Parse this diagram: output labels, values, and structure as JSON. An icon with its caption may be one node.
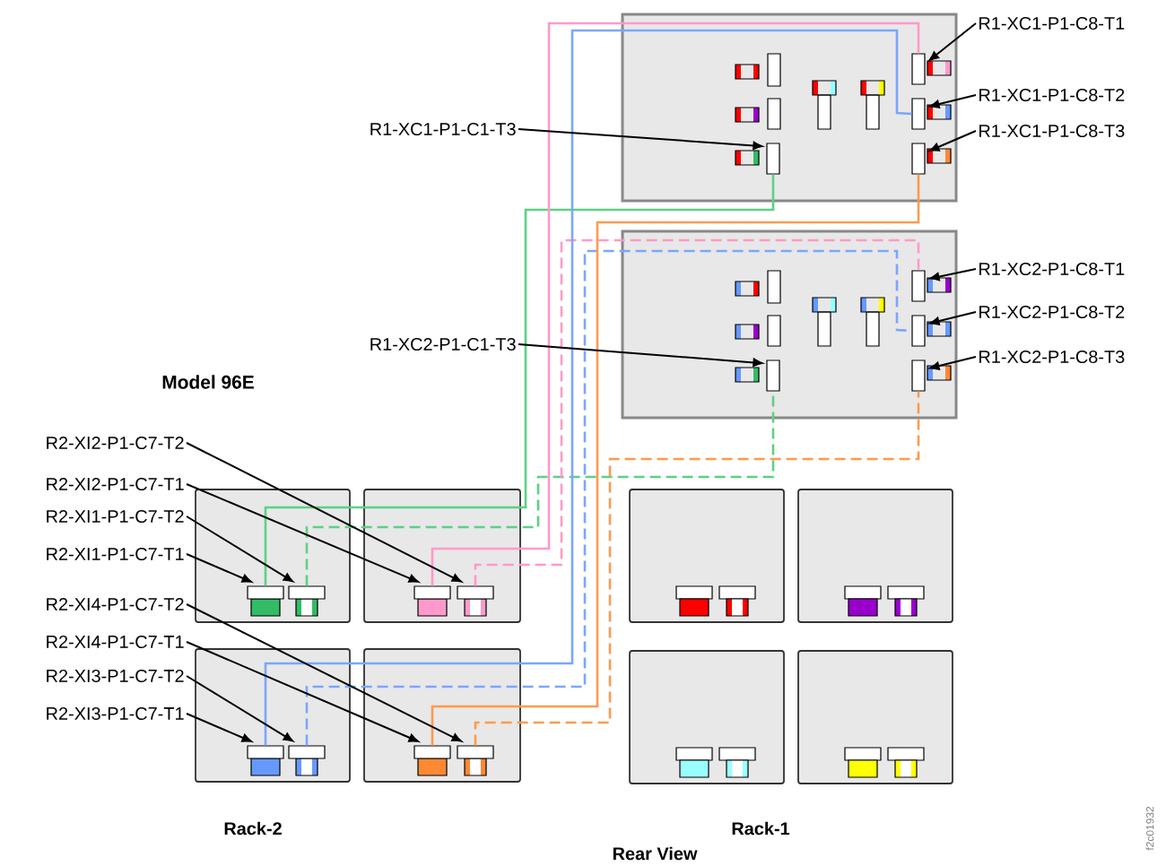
{
  "diagram": {
    "nodes": [
      {
        "text": [],
        "shape": "box"
      },
      {
        "text": [],
        "shape": "box"
      },
      {
        "text": [],
        "shape": "box"
      },
      {
        "text": [],
        "shape": "box"
      },
      {
        "text": [],
        "shape": "box"
      },
      {
        "text": [],
        "shape": "box"
      },
      {
        "text": [],
        "shape": "box"
      },
      {
        "text": [],
        "shape": "box"
      },
      {
        "text": [],
        "shape": "box"
      },
      {
        "text": [],
        "shape": "box"
      },
      {
        "text": [],
        "shape": "box",
        "in": 0
      },
      {
        "text": [],
        "shape": "box",
        "in": 0
      },
      {
        "text": [],
        "shape": "box",
        "in": 0
      },
      {
        "text": [],
        "shape": "box",
        "in": 0
      },
      {
        "text": [],
        "shape": "box",
        "in": 1
      },
      {
        "text": [],
        "shape": "box",
        "in": 1
      },
      {
        "text": [],
        "shape": "box",
        "in": 1
      },
      {
        "text": [],
        "shape": "box",
        "in": 1
      },
      {
        "text": [],
        "shape": "box",
        "in": 2
      },
      {
        "text": [],
        "shape": "box",
        "in": 2
      },
      {
        "text": [],
        "shape": "box",
        "in": 3
      },
      {
        "text": [],
        "shape": "box",
        "in": 3
      },
      {
        "text": [],
        "shape": "box",
        "in": 4
      },
      {
        "text": [],
        "shape": "box",
        "in": 4
      },
      {
        "text": [],
        "shape": "box",
        "in": 5
      },
      {
        "text": [],
        "shape": "box",
        "in": 5
      },
      {
        "text": [
          "R1-XC1-P1-C8-T1"
        ]
      },
      {
        "text": [
          "R1-XC1-P1-C8-T2"
        ]
      },
      {
        "text": [
          "R1-XC1-P1-C1-T3"
        ]
      },
      {
        "text": [
          "R1-XC1-P1-C8-T3"
        ]
      },
      {
        "text": [
          "R1-XC2-P1-C8-T1"
        ]
      },
      {
        "text": [
          "R1-XC2-P1-C8-T2"
        ]
      },
      {
        "text": [
          "R1-XC2-P1-C1-T3"
        ]
      },
      {
        "text": [
          "R1-XC2-P1-C8-T3"
        ]
      },
      {
        "text": [
          "R2-XI2-P1-C7-T2"
        ]
      },
      {
        "text": [
          "R2-XI2-P1-C7-T1"
        ]
      },
      {
        "text": [
          "R2-XI1-P1-C7-T2"
        ]
      },
      {
        "text": [
          "R2-XI1-P1-C7-T1"
        ]
      },
      {
        "text": [
          "R2-XI4-P1-C7-T2"
        ]
      },
      {
        "text": [
          "R2-XI4-P1-C7-T1"
        ]
      },
      {
        "text": [
          "R2-XI3-P1-C7-T2"
        ]
      },
      {
        "text": [
          "R2-XI3-P1-C7-T1"
        ]
      }
    ],
    "edges": [
      {
        "from": 18,
        "to": 10,
        "arrow": "none",
        "color": "#5cd184"
      },
      {
        "from": 19,
        "to": 14,
        "arrow": "none",
        "color": "#5cd184",
        "style": "dashed"
      },
      {
        "from": 20,
        "to": 11,
        "arrow": "none",
        "color": "#ff99cc"
      },
      {
        "from": 21,
        "to": 15,
        "arrow": "none",
        "color": "#ff99cc",
        "style": "dashed"
      },
      {
        "from": 22,
        "to": 12,
        "arrow": "none",
        "color": "#7aa6ff"
      },
      {
        "from": 23,
        "to": 16,
        "arrow": "none",
        "color": "#7aa6ff",
        "style": "dashed"
      },
      {
        "from": 24,
        "to": 13,
        "arrow": "none",
        "color": "#ff9a4d"
      },
      {
        "from": 25,
        "to": 17,
        "arrow": "none",
        "color": "#ff9a4d",
        "style": "dashed"
      },
      {
        "from": 26,
        "to": 11,
        "arrow": "to"
      },
      {
        "from": 27,
        "to": 12,
        "arrow": "to"
      },
      {
        "from": 28,
        "to": 10,
        "arrow": "to"
      },
      {
        "from": 29,
        "to": 13,
        "arrow": "to"
      },
      {
        "from": 30,
        "to": 15,
        "arrow": "to"
      },
      {
        "from": 31,
        "to": 16,
        "arrow": "to"
      },
      {
        "from": 32,
        "to": 14,
        "arrow": "to"
      },
      {
        "from": 33,
        "to": 17,
        "arrow": "to"
      },
      {
        "from": 34,
        "to": 21,
        "arrow": "to"
      },
      {
        "from": 35,
        "to": 20,
        "arrow": "to"
      },
      {
        "from": 36,
        "to": 19,
        "arrow": "to"
      },
      {
        "from": 37,
        "to": 18,
        "arrow": "to"
      },
      {
        "from": 38,
        "to": 25,
        "arrow": "to"
      },
      {
        "from": 39,
        "to": 24,
        "arrow": "to"
      },
      {
        "from": 40,
        "to": 23,
        "arrow": "to"
      },
      {
        "from": 41,
        "to": 22,
        "arrow": "to"
      }
    ],
    "labels": [
      "Model 96E",
      "Rack-2",
      "Rack-1",
      "Rear View",
      "f2c01932"
    ]
  }
}
